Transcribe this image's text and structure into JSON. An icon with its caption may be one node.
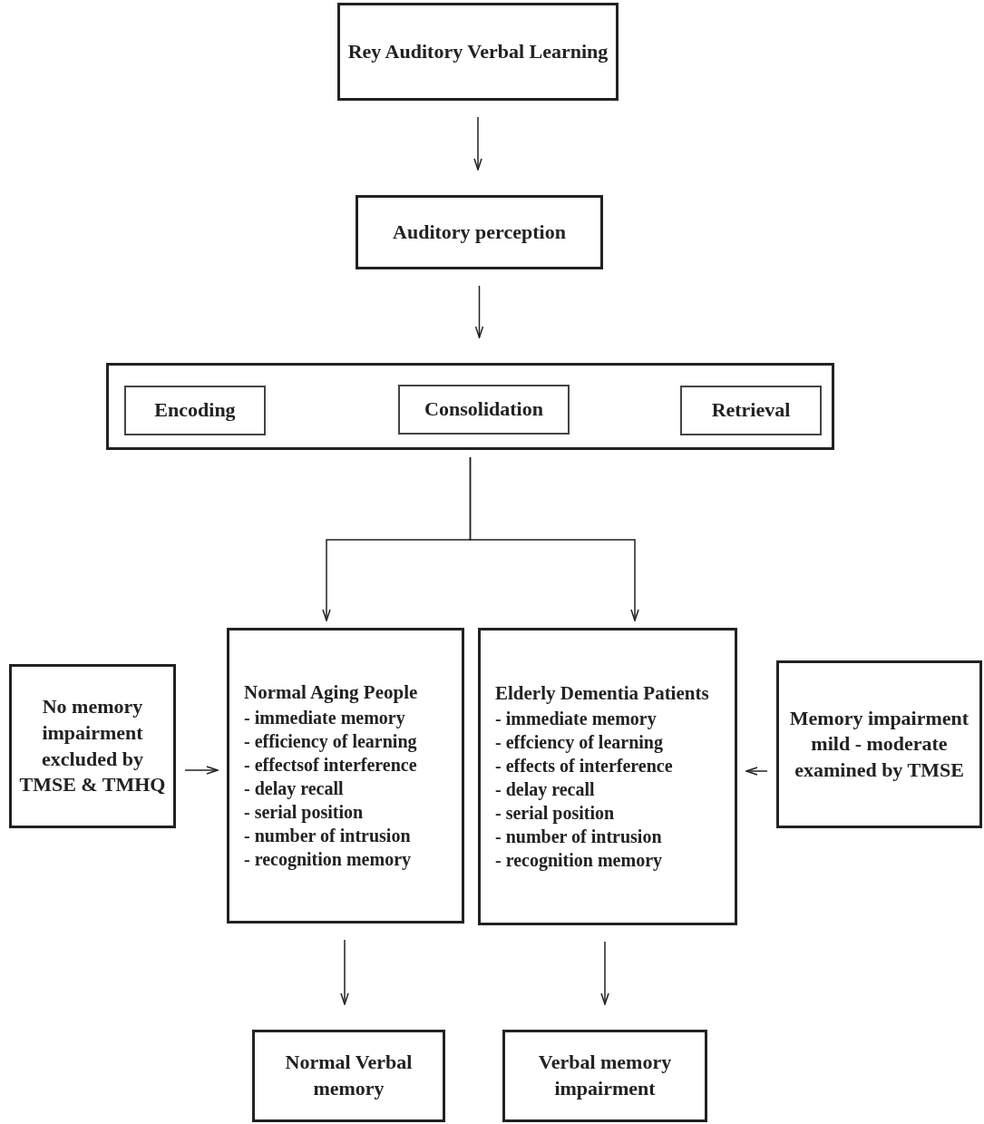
{
  "diagram": {
    "nodes": [
      {
        "text": [
          "Rey Auditory Verbal Learning"
        ]
      },
      {
        "text": [
          "Auditory perception"
        ]
      },
      {
        "text": [],
        "shape": "box"
      },
      {
        "text": [
          "Encoding"
        ],
        "in": 2
      },
      {
        "text": [
          "Consolidation"
        ],
        "in": 2
      },
      {
        "text": [
          "Retrieval"
        ],
        "in": 2
      },
      {
        "text": [
          "No memory impairment excluded by TMSE & TMHQ"
        ]
      },
      {
        "text": [
          "Normal Aging People",
          "- immediate memory",
          "- efficiency of learning",
          "- effectsof interference",
          "- delay recall",
          "- serial position",
          "- number of intrusion",
          "- recognition memory"
        ]
      },
      {
        "text": [
          "Elderly Dementia Patients",
          "- immediate memory",
          "- effciency of learning",
          "- effects of interference",
          "- delay recall",
          "- serial position",
          "- number of intrusion",
          "- recognition memory"
        ]
      },
      {
        "text": [
          "Memory impairment mild - moderate examined by TMSE"
        ]
      },
      {
        "text": [
          "Normal Verbal memory"
        ]
      },
      {
        "text": [
          "Verbal memory impairment"
        ]
      }
    ],
    "edges": [
      {
        "from": 0,
        "to": 1,
        "arrow": "to"
      },
      {
        "from": 1,
        "to": 2,
        "arrow": "to"
      },
      {
        "from": 2,
        "to": 7,
        "arrow": "to"
      },
      {
        "from": 2,
        "to": 8,
        "arrow": "to"
      },
      {
        "from": 6,
        "to": 7,
        "arrow": "to"
      },
      {
        "from": 9,
        "to": 8,
        "arrow": "to"
      },
      {
        "from": 7,
        "to": 10,
        "arrow": "to"
      },
      {
        "from": 8,
        "to": 11,
        "arrow": "to"
      }
    ]
  }
}
